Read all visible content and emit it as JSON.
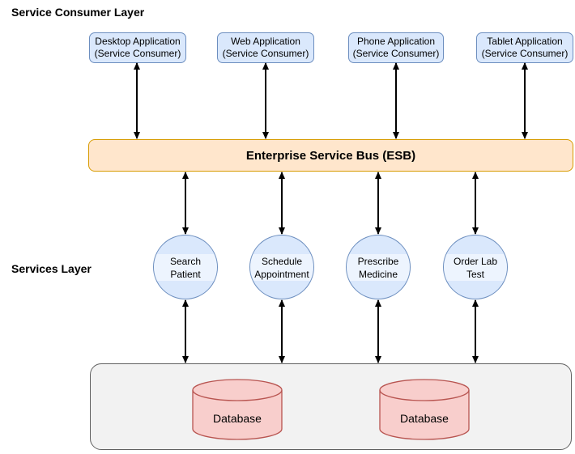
{
  "labels": {
    "consumer_layer": "Service Consumer Layer",
    "services_layer": "Services Layer"
  },
  "consumers": [
    {
      "label": "Desktop Application\n(Service Consumer)"
    },
    {
      "label": "Web Application\n(Service Consumer)"
    },
    {
      "label": "Phone Application\n(Service Consumer)"
    },
    {
      "label": "Tablet Application\n(Service Consumer)"
    }
  ],
  "esb": {
    "label": "Enterprise Service Bus (ESB)"
  },
  "services": [
    {
      "label": "Search\nPatient"
    },
    {
      "label": "Schedule\nAppointment"
    },
    {
      "label": "Prescribe\nMedicine"
    },
    {
      "label": "Order Lab\nTest"
    }
  ],
  "databases": [
    {
      "label": "Database"
    },
    {
      "label": "Database"
    }
  ],
  "colors": {
    "consumer_fill": "#dae8fc",
    "consumer_border": "#6c8ebf",
    "esb_fill": "#ffe6cc",
    "esb_border": "#d79b00",
    "service_fill": "#dae8fc",
    "service_border": "#6c8ebf",
    "database_fill": "#f8cecc",
    "database_border": "#b85450",
    "data_layer_fill": "#f2f2f2",
    "data_layer_border": "#616161",
    "arrow": "#000000",
    "text": "#000000"
  }
}
